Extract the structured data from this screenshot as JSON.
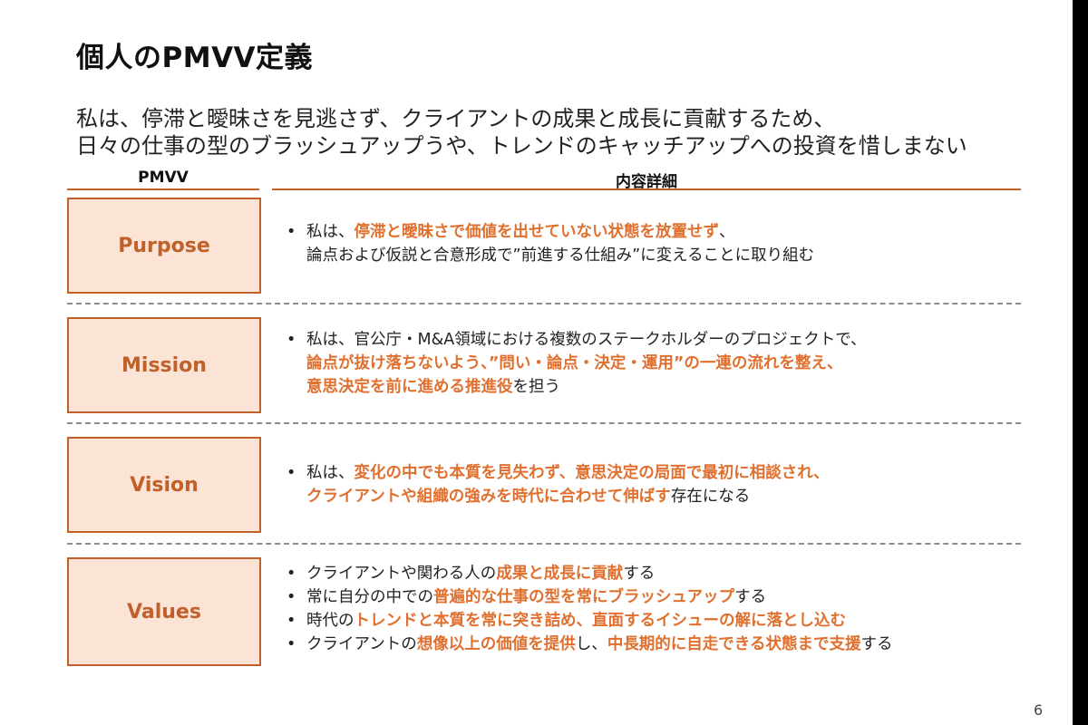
{
  "slide": {
    "title": "個人のPMVV定義",
    "statement": [
      "私は、停滞と曖昧さを見逃さず、クライアントの成果と成長に貢献するため、",
      "日々の仕事の型のブラッシュアップうや、トレンドのキャッチアップへの投資を惜しまない"
    ],
    "column_headers": {
      "left": "PMVV",
      "right": "内容詳細"
    },
    "page_number": "6"
  },
  "rows": {
    "purpose": {
      "label": "Purpose",
      "b1": {
        "l1": [
          "私は、",
          "停滞と曖昧さで価値を出せていない状態を放置せず",
          "、"
        ],
        "l2": "論点および仮説と合意形成で”前進する仕組み”に変えることに取り組む"
      }
    },
    "mission": {
      "label": "Mission",
      "b1": {
        "l1": "私は、官公庁・M&A領域における複数のステークホルダーのプロジェクトで、",
        "l2": "論点が抜け落ちないよう、”問い・論点・決定・運用”の一連の流れを整え、",
        "l3": [
          "意思決定を前に進める推進役",
          "を担う"
        ]
      }
    },
    "vision": {
      "label": "Vision",
      "b1": {
        "l1": [
          "私は、",
          "変化の中でも本質を見失わず、意思決定の局面で最初に相談され、"
        ],
        "l2": [
          "クライアントや組織の強みを時代に合わせて伸ばす",
          "存在になる"
        ]
      }
    },
    "values": {
      "label": "Values",
      "items": [
        [
          "クライアントや関わる人の",
          "成果と成長に貢献",
          "する"
        ],
        [
          "常に自分の中での",
          "普遍的な仕事の型を常にブラッシュアップ",
          "する"
        ],
        [
          "時代の",
          "トレンドと本質を常に突き詰め、直面するイシューの解に落とし込む",
          ""
        ],
        [
          "クライアントの",
          "想像以上の価値を提供",
          "し、",
          "中長期的に自走できる状態まで支援",
          "する"
        ]
      ]
    }
  },
  "colors": {
    "accent": "#c0612b",
    "highlight": "#e0702f",
    "box_fill": "#fbe3d5"
  }
}
